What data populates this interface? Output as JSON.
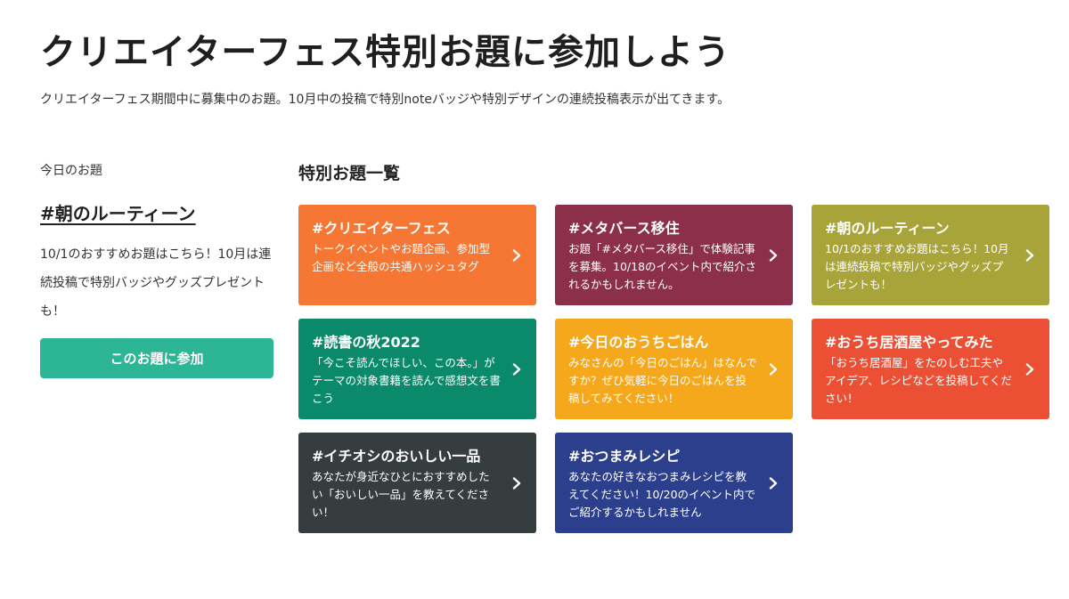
{
  "header": {
    "title": "クリエイターフェス特別お題に参加しよう",
    "description": "クリエイターフェス期間中に募集中のお題。10月中の投稿で特別noteバッジや特別デザインの連続投稿表示が出てきます。"
  },
  "today": {
    "label": "今日のお題",
    "tag": "#朝のルーティーン",
    "description": "10/1のおすすめお題はこちら！10月は連続投稿で特別バッジやグッズプレゼントも！",
    "button_label": "このお題に参加",
    "button_color": "#2cb696"
  },
  "list": {
    "heading": "特別お題一覧",
    "cards": [
      {
        "title": "#クリエイターフェス",
        "description": "トークイベントやお題企画、参加型企画など全般の共通ハッシュタグ",
        "color": "#f57733",
        "icon": "chevron-right-icon"
      },
      {
        "title": "#メタバース移住",
        "description": "お題「#メタバース移住」で体験記事を募集。10/18のイベント内で紹介されるかもしれません。",
        "color": "#8b2f4a",
        "icon": "chevron-right-icon"
      },
      {
        "title": "#朝のルーティーン",
        "description": "10/1のおすすめお題はこちら！10月は連続投稿で特別バッジやグッズプレゼントも！",
        "color": "#a9a43a",
        "icon": "chevron-right-icon"
      },
      {
        "title": "#読書の秋2022",
        "description": "「今こそ読んでほしい、この本。」がテーマの対象書籍を読んで感想文を書こう",
        "color": "#0a8a6a",
        "icon": "chevron-right-icon"
      },
      {
        "title": "#今日のおうちごはん",
        "description": "みなさんの「今日のごはん」はなんですか？ぜひ気軽に今日のごはんを投稿してみてください！",
        "color": "#f5a81c",
        "icon": "chevron-right-icon"
      },
      {
        "title": "#おうち居酒屋やってみた",
        "description": "「おうち居酒屋」をたのしむ工夫やアイデア、レシピなどを投稿してください！",
        "color": "#eb5034",
        "icon": "chevron-right-icon"
      },
      {
        "title": "#イチオシのおいしい一品",
        "description": "あなたが身近なひとにおすすめしたい「おいしい一品」を教えてください！",
        "color": "#363d3f",
        "icon": "chevron-right-icon"
      },
      {
        "title": "#おつまみレシピ",
        "description": "あなたの好きなおつまみレシピを教えてください！10/20のイベント内でご紹介するかもしれません",
        "color": "#2c3f8c",
        "icon": "chevron-right-icon"
      }
    ]
  }
}
